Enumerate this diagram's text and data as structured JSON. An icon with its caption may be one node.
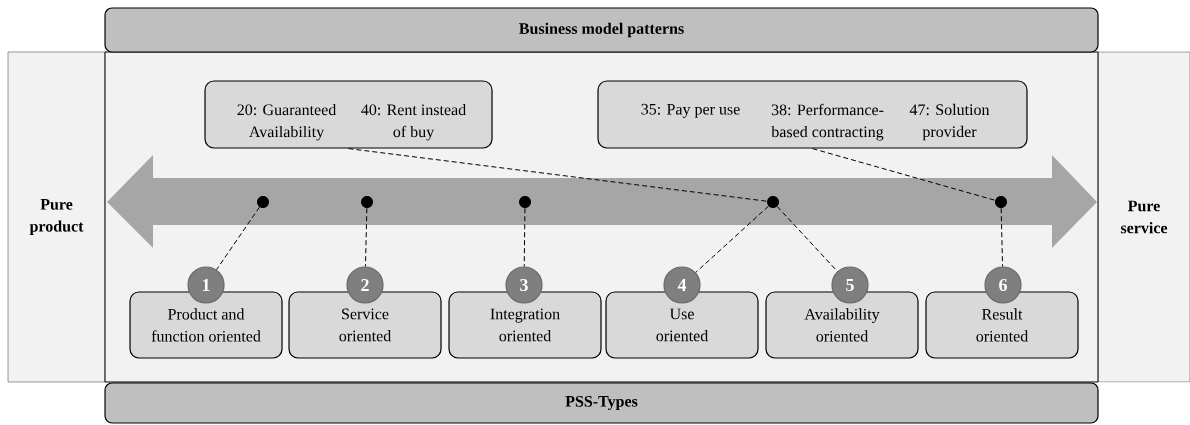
{
  "diagram": {
    "nodes": [
      {
        "text": [
          "Business model patterns"
        ]
      },
      {
        "text": [
          "Pure product"
        ]
      },
      {
        "text": [
          "20: Guaranteed Availability",
          "40: Rent instead of buy"
        ]
      },
      {
        "text": [
          "35: Pay per use",
          "38: Performance-based contracting",
          "47: Solution provider"
        ]
      },
      {
        "text": [
          "Pure service"
        ]
      },
      {
        "text": [],
        "shape": "circle"
      },
      {
        "text": [],
        "shape": "circle"
      },
      {
        "text": [],
        "shape": "circle"
      },
      {
        "text": [],
        "shape": "circle"
      },
      {
        "text": [],
        "shape": "circle"
      },
      {
        "text": [
          "1"
        ]
      },
      {
        "text": [
          "2"
        ]
      },
      {
        "text": [
          "3"
        ]
      },
      {
        "text": [
          "4"
        ]
      },
      {
        "text": [
          "5"
        ]
      },
      {
        "text": [
          "6"
        ]
      },
      {
        "text": [
          "Product and function oriented"
        ]
      },
      {
        "text": [
          "Service oriented"
        ]
      },
      {
        "text": [
          "Integration oriented"
        ]
      },
      {
        "text": [
          "Use oriented"
        ]
      },
      {
        "text": [
          "Availability oriented"
        ]
      },
      {
        "text": [
          "Result oriented"
        ]
      },
      {
        "text": [
          "PSS-Types"
        ]
      }
    ],
    "edges": [
      {
        "from": 2,
        "to": 8,
        "arrow": "none",
        "style": "dashed"
      },
      {
        "from": 3,
        "to": 9,
        "arrow": "none",
        "style": "dashed"
      },
      {
        "from": 5,
        "to": 10,
        "arrow": "none",
        "style": "dashed"
      },
      {
        "from": 6,
        "to": 11,
        "arrow": "none",
        "style": "dashed"
      },
      {
        "from": 7,
        "to": 12,
        "arrow": "none",
        "style": "dashed"
      },
      {
        "from": 8,
        "to": 13,
        "arrow": "none",
        "style": "dashed"
      },
      {
        "from": 8,
        "to": 14,
        "arrow": "none",
        "style": "dashed"
      },
      {
        "from": 9,
        "to": 15,
        "arrow": "none",
        "style": "dashed"
      }
    ]
  }
}
